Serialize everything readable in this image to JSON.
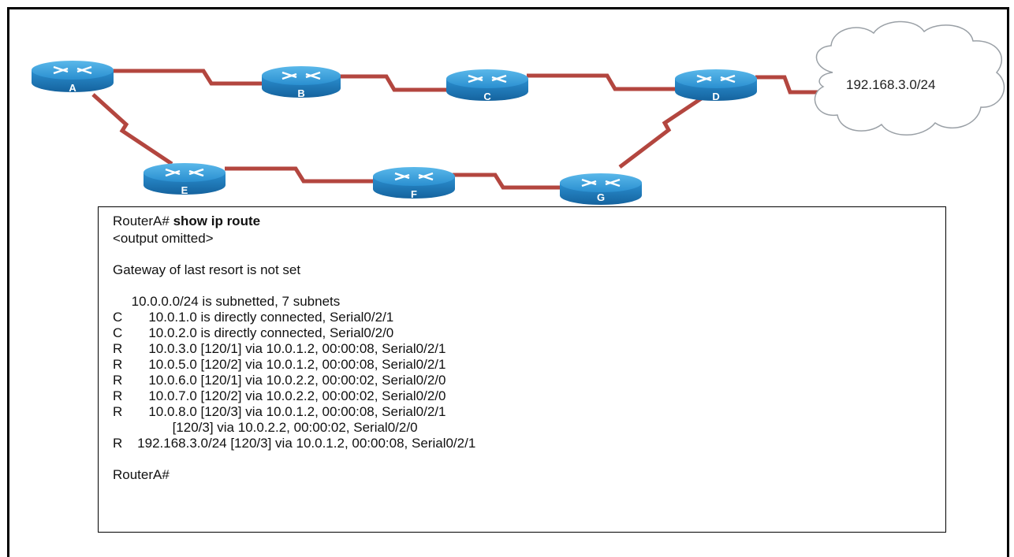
{
  "routers": [
    {
      "id": "A",
      "label": "A"
    },
    {
      "id": "B",
      "label": "B"
    },
    {
      "id": "C",
      "label": "C"
    },
    {
      "id": "D",
      "label": "D"
    },
    {
      "id": "E",
      "label": "E"
    },
    {
      "id": "F",
      "label": "F"
    },
    {
      "id": "G",
      "label": "G"
    }
  ],
  "cloud": {
    "label": "192.168.3.0/24"
  },
  "links": [
    [
      "A",
      "B"
    ],
    [
      "B",
      "C"
    ],
    [
      "C",
      "D"
    ],
    [
      "A",
      "E"
    ],
    [
      "E",
      "F"
    ],
    [
      "F",
      "G"
    ],
    [
      "G",
      "D"
    ],
    [
      "D",
      "cloud"
    ]
  ],
  "colors": {
    "link": "#b3463f",
    "router": "#1f7fc1",
    "router_top": "#3aa0dc"
  },
  "terminal": {
    "prompt": "RouterA#",
    "command": "show ip route",
    "lines": [
      "<output omitted>",
      "",
      "Gateway of last resort is not set",
      "",
      "     10.0.0.0/24 is subnetted, 7 subnets",
      "C       10.0.1.0 is directly connected, Serial0/2/1",
      "C       10.0.2.0 is directly connected, Serial0/2/0",
      "R       10.0.3.0 [120/1] via 10.0.1.2, 00:00:08, Serial0/2/1",
      "R       10.0.5.0 [120/2] via 10.0.1.2, 00:00:08, Serial0/2/1",
      "R       10.0.6.0 [120/1] via 10.0.2.2, 00:00:02, Serial0/2/0",
      "R       10.0.7.0 [120/2] via 10.0.2.2, 00:00:02, Serial0/2/0",
      "R       10.0.8.0 [120/3] via 10.0.1.2, 00:00:08, Serial0/2/1",
      "                [120/3] via 10.0.2.2, 00:00:02, Serial0/2/0",
      "R    192.168.3.0/24 [120/3] via 10.0.1.2, 00:00:08, Serial0/2/1",
      "",
      "RouterA#"
    ]
  }
}
